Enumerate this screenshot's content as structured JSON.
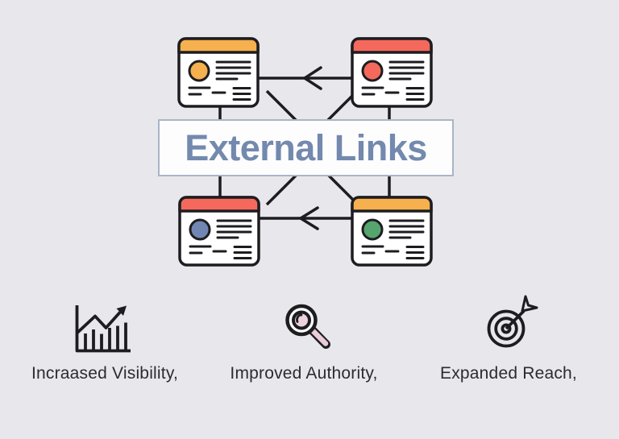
{
  "banner": {
    "label": "External Links",
    "bg": "#fdfdfe",
    "border_color": "#a9b5c6",
    "text_color": "#7389ad"
  },
  "colors": {
    "background": "#e8e8ec",
    "ink": "#1d1d21",
    "orange": "#f6b04e",
    "coral": "#f4695c",
    "blue": "#7286b4",
    "green": "#57a56e",
    "pink_light": "#ecd2de",
    "pink": "#eaccd6",
    "label_text": "#2b2b30"
  },
  "network": {
    "nodes": [
      {
        "id": "top-left",
        "header": "orange",
        "avatar": "orange"
      },
      {
        "id": "top-right",
        "header": "coral",
        "avatar": "coral"
      },
      {
        "id": "bottom-left",
        "header": "coral",
        "avatar": "blue"
      },
      {
        "id": "bottom-right",
        "header": "orange",
        "avatar": "green"
      }
    ],
    "arrows": [
      {
        "from": "top-right",
        "to": "top-left",
        "direction": "left"
      },
      {
        "from": "bottom-right",
        "to": "bottom-left",
        "direction": "left"
      }
    ]
  },
  "benefits": [
    {
      "icon": "growth-chart-icon",
      "label": "Incraased Visibility,"
    },
    {
      "icon": "magnifier-icon",
      "label": "Improved Authority,"
    },
    {
      "icon": "target-arrow-icon",
      "label": "Expanded Reach,"
    }
  ]
}
